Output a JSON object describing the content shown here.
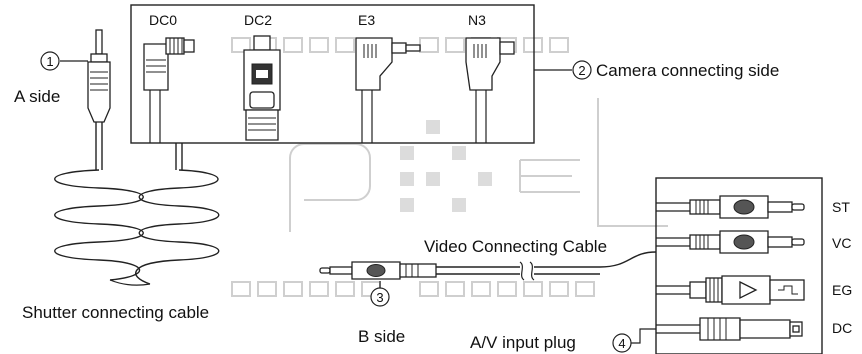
{
  "labels": {
    "dc0": "DC0",
    "dc2": "DC2",
    "e3": "E3",
    "n3": "N3",
    "a_side": "A side",
    "b_side": "B side",
    "camera_side": "Camera connecting side",
    "shutter_cable": "Shutter connecting cable",
    "video_cable": "Video Connecting Cable",
    "av_plug": "A/V input plug",
    "st": "ST",
    "vc": "VC",
    "eg": "EG",
    "dc": "DC"
  },
  "markers": {
    "m1": "1",
    "m2": "2",
    "m3": "3",
    "m4": "4"
  },
  "colors": {
    "line": "#222222",
    "watermark": "#cfcfcf"
  }
}
